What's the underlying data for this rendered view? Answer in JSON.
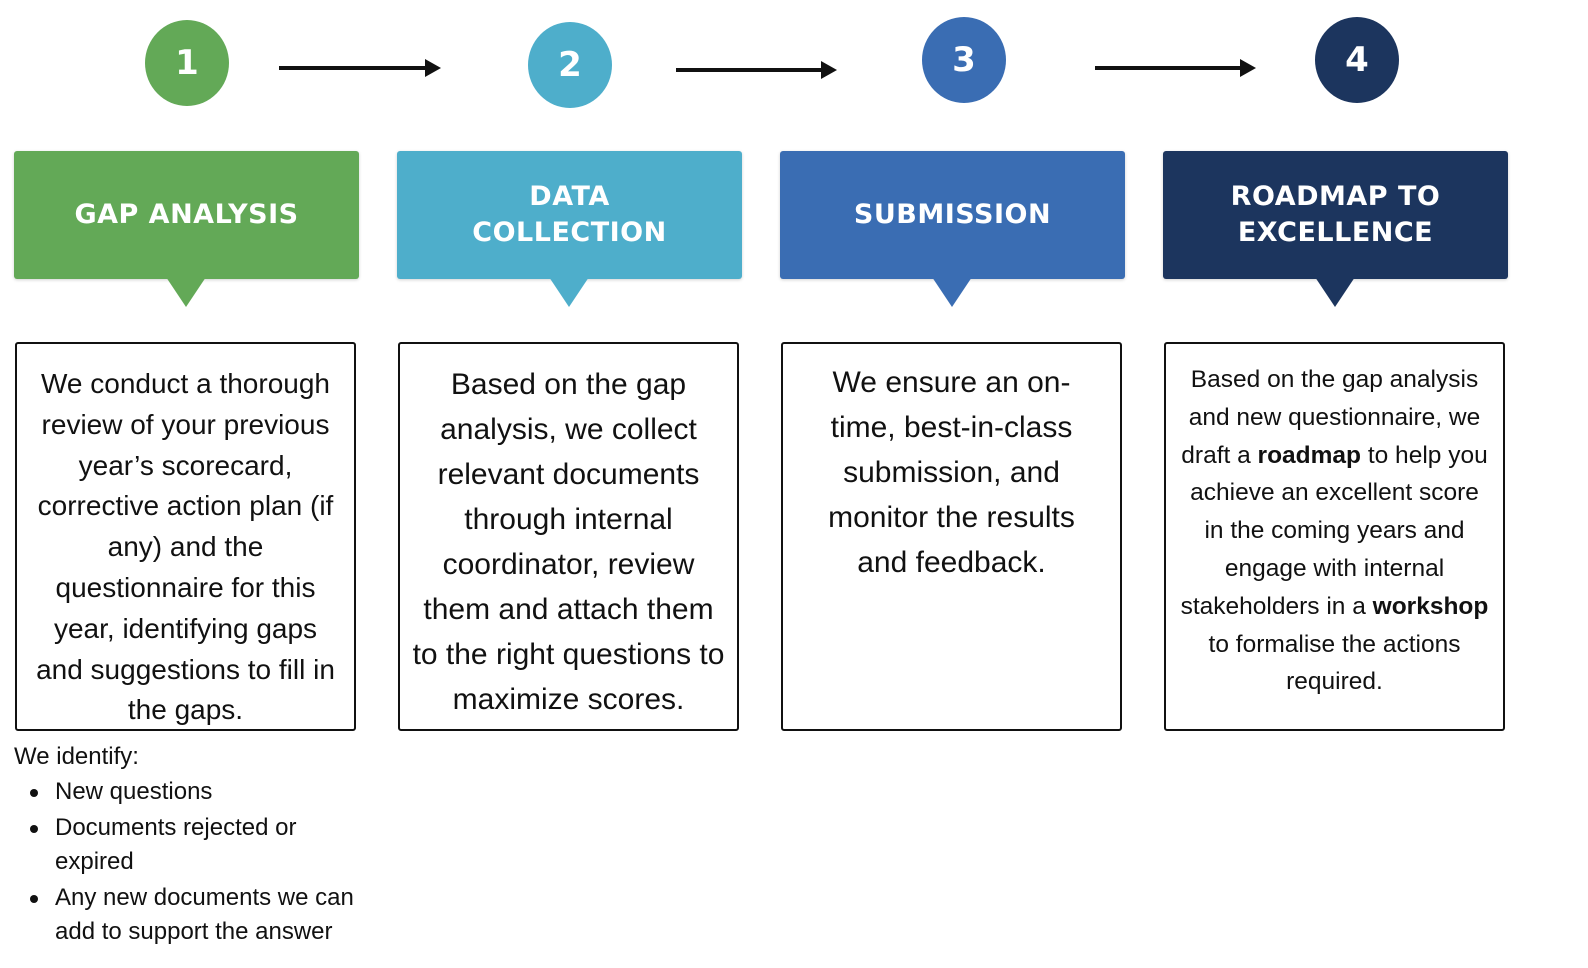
{
  "colors": {
    "step1": "#63a957",
    "step2": "#4eaecb",
    "step3": "#3a6db3",
    "step4": "#1c355e"
  },
  "steps": [
    {
      "number": "1",
      "title": "GAP ANALYSIS"
    },
    {
      "number": "2",
      "title": "DATA COLLECTION"
    },
    {
      "number": "3",
      "title": "SUBMISSION"
    },
    {
      "number": "4",
      "title": "ROADMAP TO EXCELLENCE"
    }
  ],
  "descriptions": {
    "step1": "We conduct a thorough review of your previous year’s scorecard, corrective action plan (if any) and the questionnaire for this year, identifying gaps and suggestions to fill in the gaps.",
    "step2": "Based on the gap analysis, we collect relevant documents through internal coordinator, review them and attach them to the right questions to maximize scores.",
    "step3": "We ensure an on-time, best-in-class submission, and monitor the results and feedback.",
    "step4": {
      "part1": "Based on the gap analysis and new questionnaire, we draft a ",
      "bold1": "roadmap",
      "part2": " to help you achieve an excellent score in the coming years and engage with internal stakeholders in a ",
      "bold2": "workshop",
      "part3": " to formalise the actions required."
    }
  },
  "notes": {
    "intro": "We identify:",
    "items": [
      "New questions",
      "Documents rejected or expired",
      "Any new documents we can add to support the answer"
    ]
  }
}
